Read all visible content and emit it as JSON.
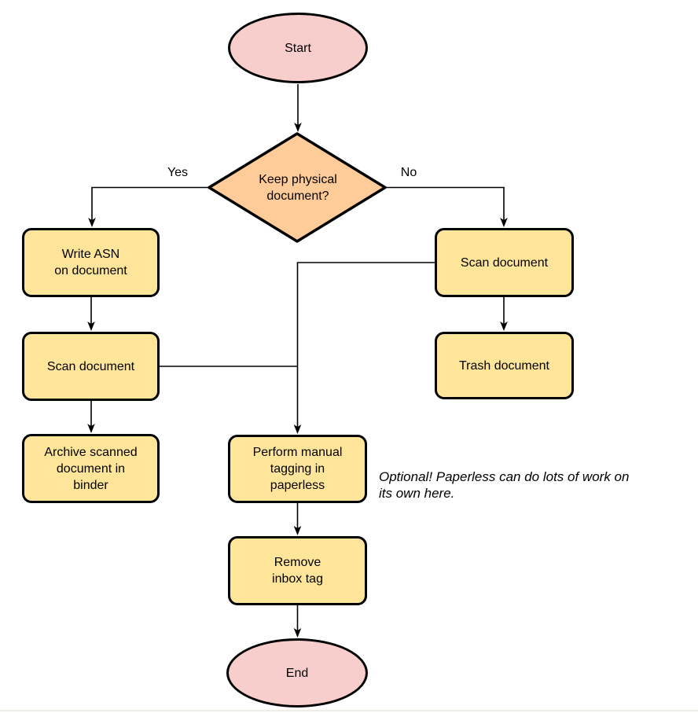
{
  "diagram": {
    "type": "flowchart",
    "colors": {
      "terminal_fill": "#F8CECC",
      "decision_fill": "#FFCC99",
      "process_fill": "#FFE599",
      "stroke": "#000000",
      "background": "#FFFFFF",
      "footer_line": "#EFEDE2"
    },
    "nodes": [
      {
        "id": "start",
        "type": "terminal",
        "label": "Start"
      },
      {
        "id": "decision",
        "type": "decision",
        "label": "Keep physical\ndocument?"
      },
      {
        "id": "write-asn",
        "type": "process",
        "label": "Write ASN\non document"
      },
      {
        "id": "scan-left",
        "type": "process",
        "label": "Scan document"
      },
      {
        "id": "archive",
        "type": "process",
        "label": "Archive scanned\ndocument in\nbinder"
      },
      {
        "id": "scan-right",
        "type": "process",
        "label": "Scan document"
      },
      {
        "id": "trash",
        "type": "process",
        "label": "Trash document"
      },
      {
        "id": "tagging",
        "type": "process",
        "label": "Perform manual\ntagging in\npaperless"
      },
      {
        "id": "remove-inbox",
        "type": "process",
        "label": "Remove\ninbox tag"
      },
      {
        "id": "end",
        "type": "terminal",
        "label": "End"
      }
    ],
    "edge_labels": {
      "yes": "Yes",
      "no": "No"
    },
    "annotation": "Optional! Paperless can do lots of work on\nits own here."
  }
}
